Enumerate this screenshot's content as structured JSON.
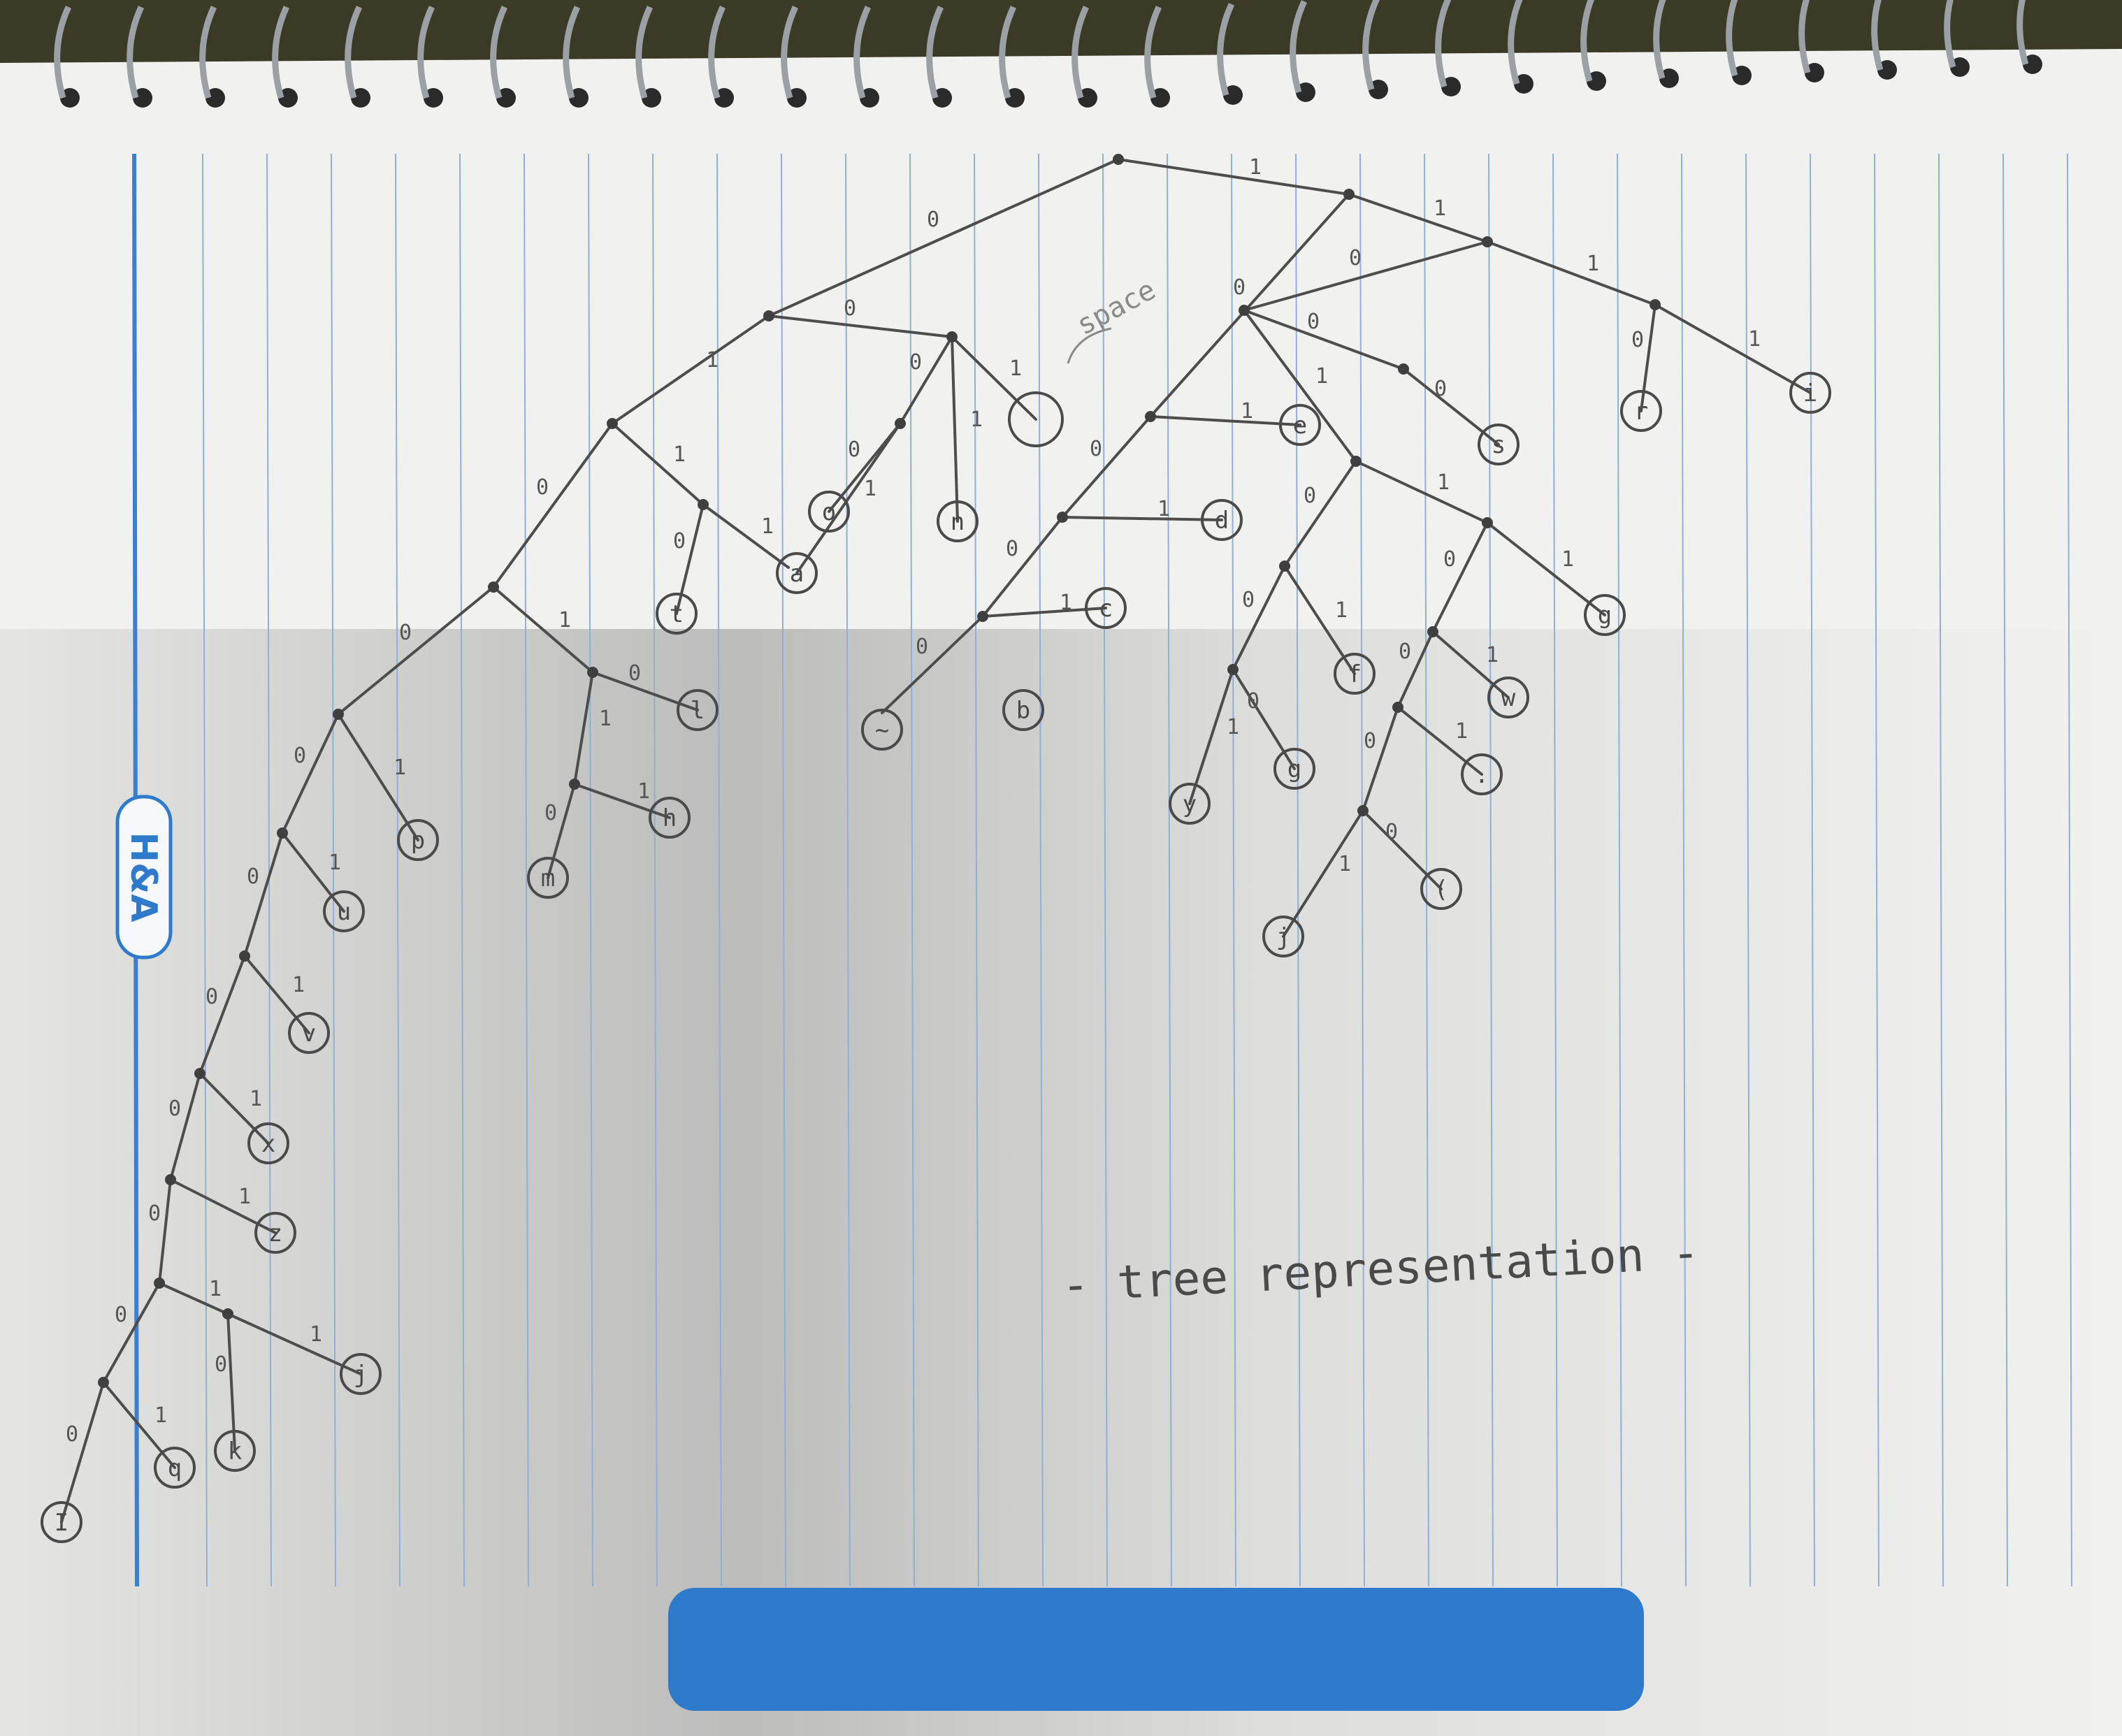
{
  "brand": {
    "label": "H&A"
  },
  "caption": {
    "text": "- tree representation -"
  },
  "annotation": {
    "space_label": "space"
  },
  "edge_bits": {
    "zero": "0",
    "one": "1"
  },
  "leaves": {
    "A": "I",
    "B": "q",
    "C": "k",
    "D": "j",
    "E": "z",
    "F": "x",
    "G": "v",
    "H": "u",
    "I": "p",
    "J": "m",
    "K": "h",
    "L": "l",
    "M": "t",
    "N": "a",
    "O": "o",
    "P": "n",
    "Q": "~",
    "R": "b",
    "S": "c",
    "T": "d",
    "U": "e",
    "V": "y",
    "W": "g",
    "X": "f",
    "Y": "j",
    "Z": "(",
    "AA": ".",
    "AB": "w",
    "AC": "g",
    "AD": "s",
    "AE": "r",
    "AF": "i"
  },
  "colors": {
    "paper": "#f2f3f1",
    "rule_line": "#8fb0d8",
    "margin_line": "#3a7fd0",
    "pencil": "#4a4a4a",
    "binding_tab": "#2f7acb",
    "background": "#3a3a26"
  }
}
